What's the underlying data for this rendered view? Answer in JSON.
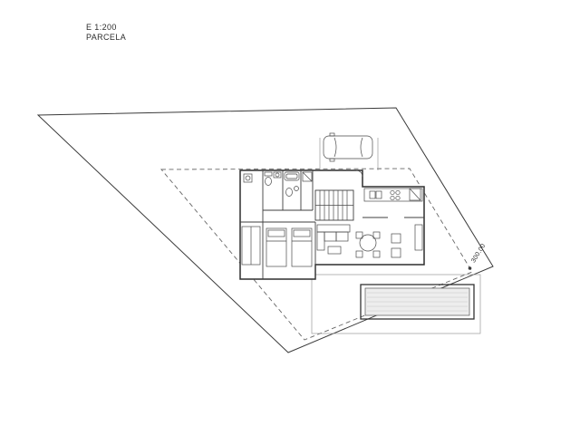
{
  "drawing": {
    "ink_color": "#3a3a3a",
    "title_block": {
      "scale": "E 1:200",
      "name": "PARCELA"
    },
    "dimension": {
      "label": "300.00"
    }
  }
}
